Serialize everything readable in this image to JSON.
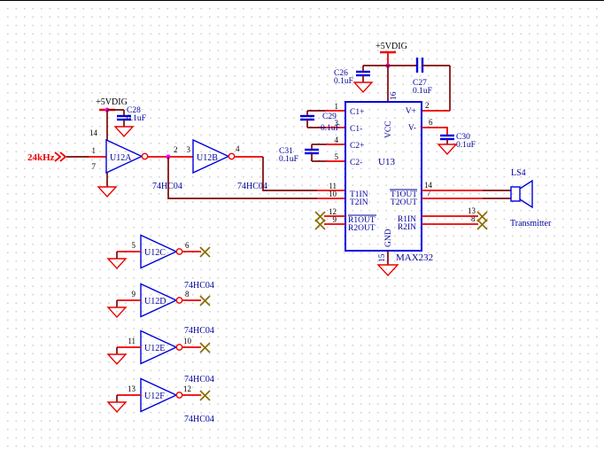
{
  "colors": {
    "wire": "#7c0607",
    "pin_wire": "#ec0000",
    "component": "#0000df",
    "label_text": "#00009c",
    "pin_number_text": "#000000",
    "junction": "#ff00ff",
    "no_connect": "#8a6d00",
    "port_text": "#ec0000",
    "grid_dot": "#cccccc",
    "background": "#ffffff"
  },
  "power_net": "+5VDIG",
  "port": {
    "label": "24kHz"
  },
  "inverter": {
    "part": "74HC04",
    "gates": [
      {
        "ref": "U12A",
        "pin_in": "1",
        "pin_out": "2",
        "pin_vcc": "14",
        "pin_gnd": "7"
      },
      {
        "ref": "U12B",
        "pin_in": "3",
        "pin_out": "4"
      },
      {
        "ref": "U12C",
        "pin_in": "5",
        "pin_out": "6"
      },
      {
        "ref": "U12D",
        "pin_in": "9",
        "pin_out": "8"
      },
      {
        "ref": "U12E",
        "pin_in": "11",
        "pin_out": "10"
      },
      {
        "ref": "U12F",
        "pin_in": "13",
        "pin_out": "12"
      }
    ]
  },
  "caps": {
    "c26": {
      "ref": "C26",
      "value": "0.1uF"
    },
    "c27": {
      "ref": "C27",
      "value": "0.1uF"
    },
    "c28": {
      "ref": "C28",
      "value": "0.1uF"
    },
    "c29": {
      "ref": "C29",
      "value": "0.1uF"
    },
    "c30": {
      "ref": "C30",
      "value": "0.1uF"
    },
    "c31": {
      "ref": "C31",
      "value": "0.1uF"
    }
  },
  "ic": {
    "ref": "U13",
    "part": "MAX232",
    "top_pin": {
      "num": "16",
      "name": "VCC"
    },
    "bottom_pin": {
      "num": "15",
      "name": "GND"
    },
    "left_pins": [
      {
        "num": "1",
        "name": "C1+"
      },
      {
        "num": "3",
        "name": "C1-"
      },
      {
        "num": "4",
        "name": "C2+"
      },
      {
        "num": "5",
        "name": "C2-"
      },
      {
        "num": "11",
        "name": "T1IN"
      },
      {
        "num": "10",
        "name": "T2IN"
      },
      {
        "num": "12",
        "name": "R1OUT",
        "overline": true
      },
      {
        "num": "9",
        "name": "R2OUT"
      }
    ],
    "right_pins": [
      {
        "num": "2",
        "name": "V+"
      },
      {
        "num": "6",
        "name": "V-"
      },
      {
        "num": "14",
        "name": "T1OUT",
        "overline": true
      },
      {
        "num": "7",
        "name": "T2OUT"
      },
      {
        "num": "13",
        "name": "R1IN"
      },
      {
        "num": "8",
        "name": "R2IN"
      }
    ]
  },
  "speaker": {
    "ref": "LS4",
    "label": "Transmitter"
  }
}
